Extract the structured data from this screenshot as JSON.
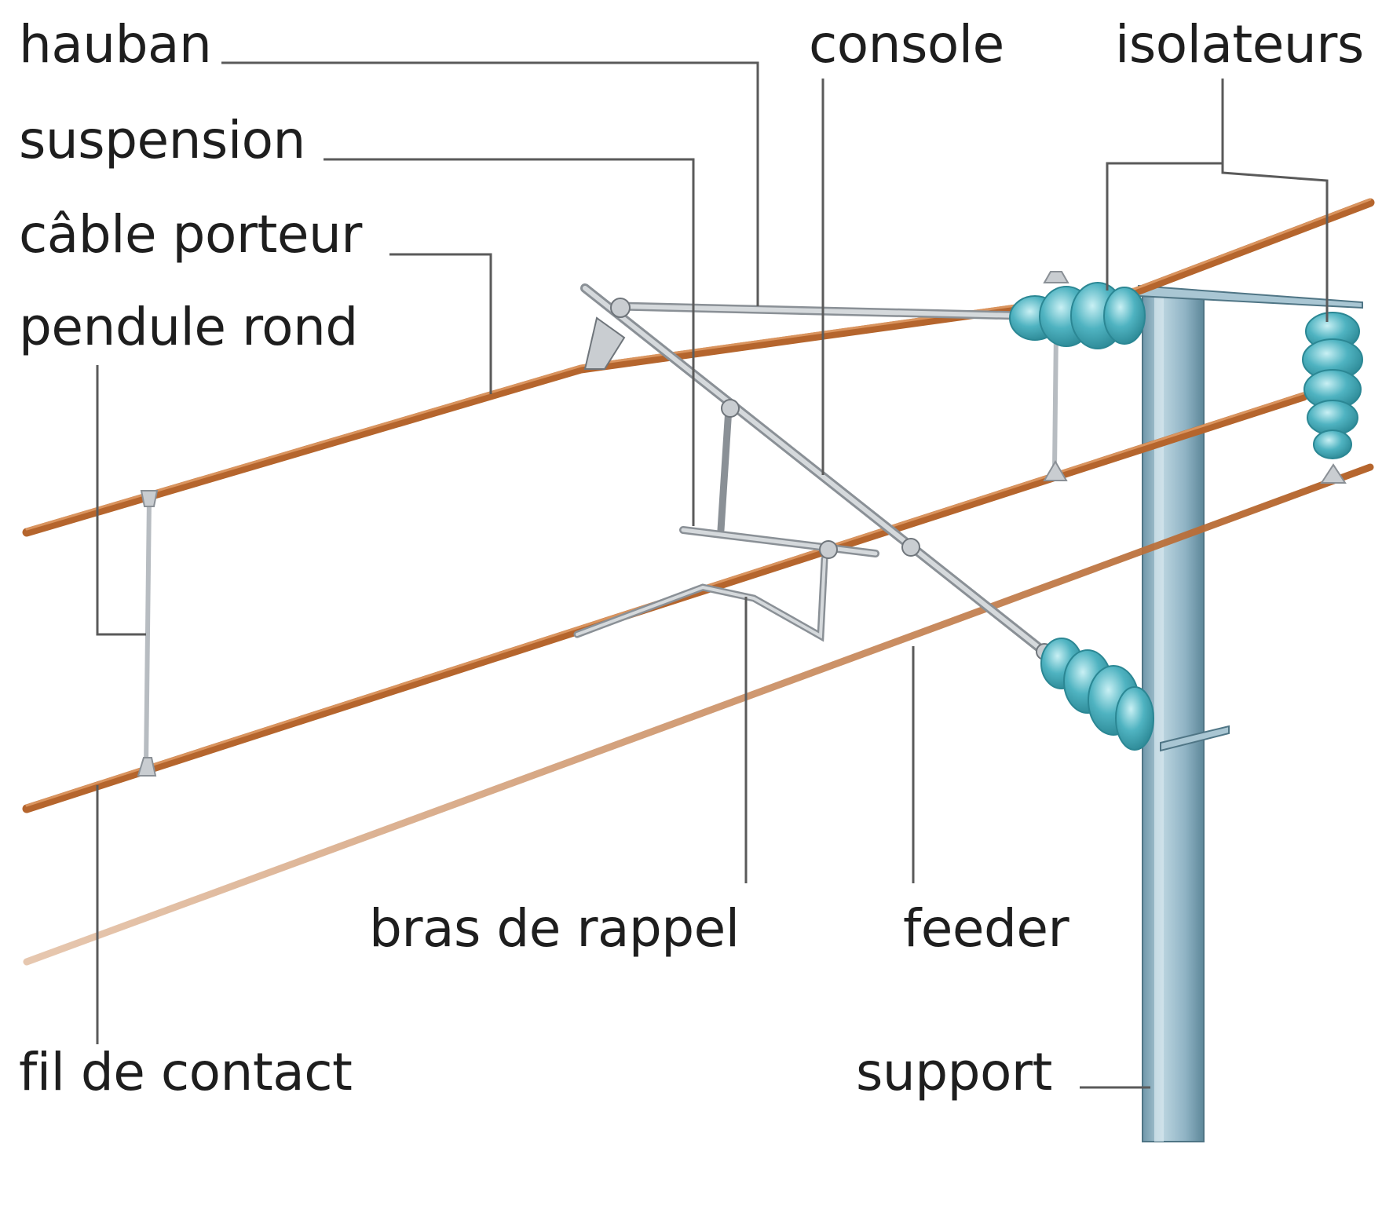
{
  "labels": {
    "hauban": "hauban",
    "suspension": "suspension",
    "cable_porteur": "câble porteur",
    "pendule_rond": "pendule rond",
    "console": "console",
    "isolateurs": "isolateurs",
    "bras_de_rappel": "bras de rappel",
    "feeder": "feeder",
    "fil_de_contact": "fil de contact",
    "support": "support"
  },
  "colors": {
    "wire": "#b5652d",
    "wire_highlight": "#d99a62",
    "insulator": "#4fb3c1",
    "insulator_dark": "#2b8794",
    "mast": "#8fb3c4",
    "mast_dark": "#5d8799",
    "fittings": "#c9cdd1",
    "fittings_dark": "#8a9096",
    "leader": "#5a5a5a",
    "text": "#1e1e1e"
  }
}
